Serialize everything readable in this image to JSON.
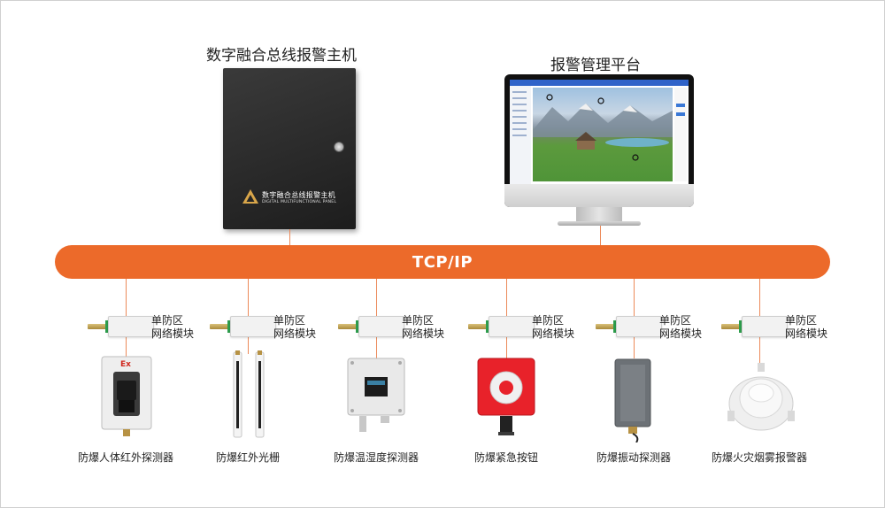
{
  "host_title": "数字融合总线报警主机",
  "platform_title": "报警管理平台",
  "panel_brand": {
    "cn": "数字融合总线报警主机",
    "en": "DIGITAL MULTIFUNCTIONAL PANEL"
  },
  "bus_label": "TCP/IP",
  "module_label": [
    "单防区",
    "网络模块"
  ],
  "devices": [
    {
      "label": "防爆人体红外探测器",
      "badge": "Ex"
    },
    {
      "label": "防爆红外光栅"
    },
    {
      "label": "防爆温湿度探测器"
    },
    {
      "label": "防爆紧急按钮"
    },
    {
      "label": "防爆振动探测器"
    },
    {
      "label": "防爆火灾烟雾报警器"
    }
  ],
  "colors": {
    "bus": "#ec6a2a",
    "text": "#222222",
    "panel": "#262626"
  }
}
